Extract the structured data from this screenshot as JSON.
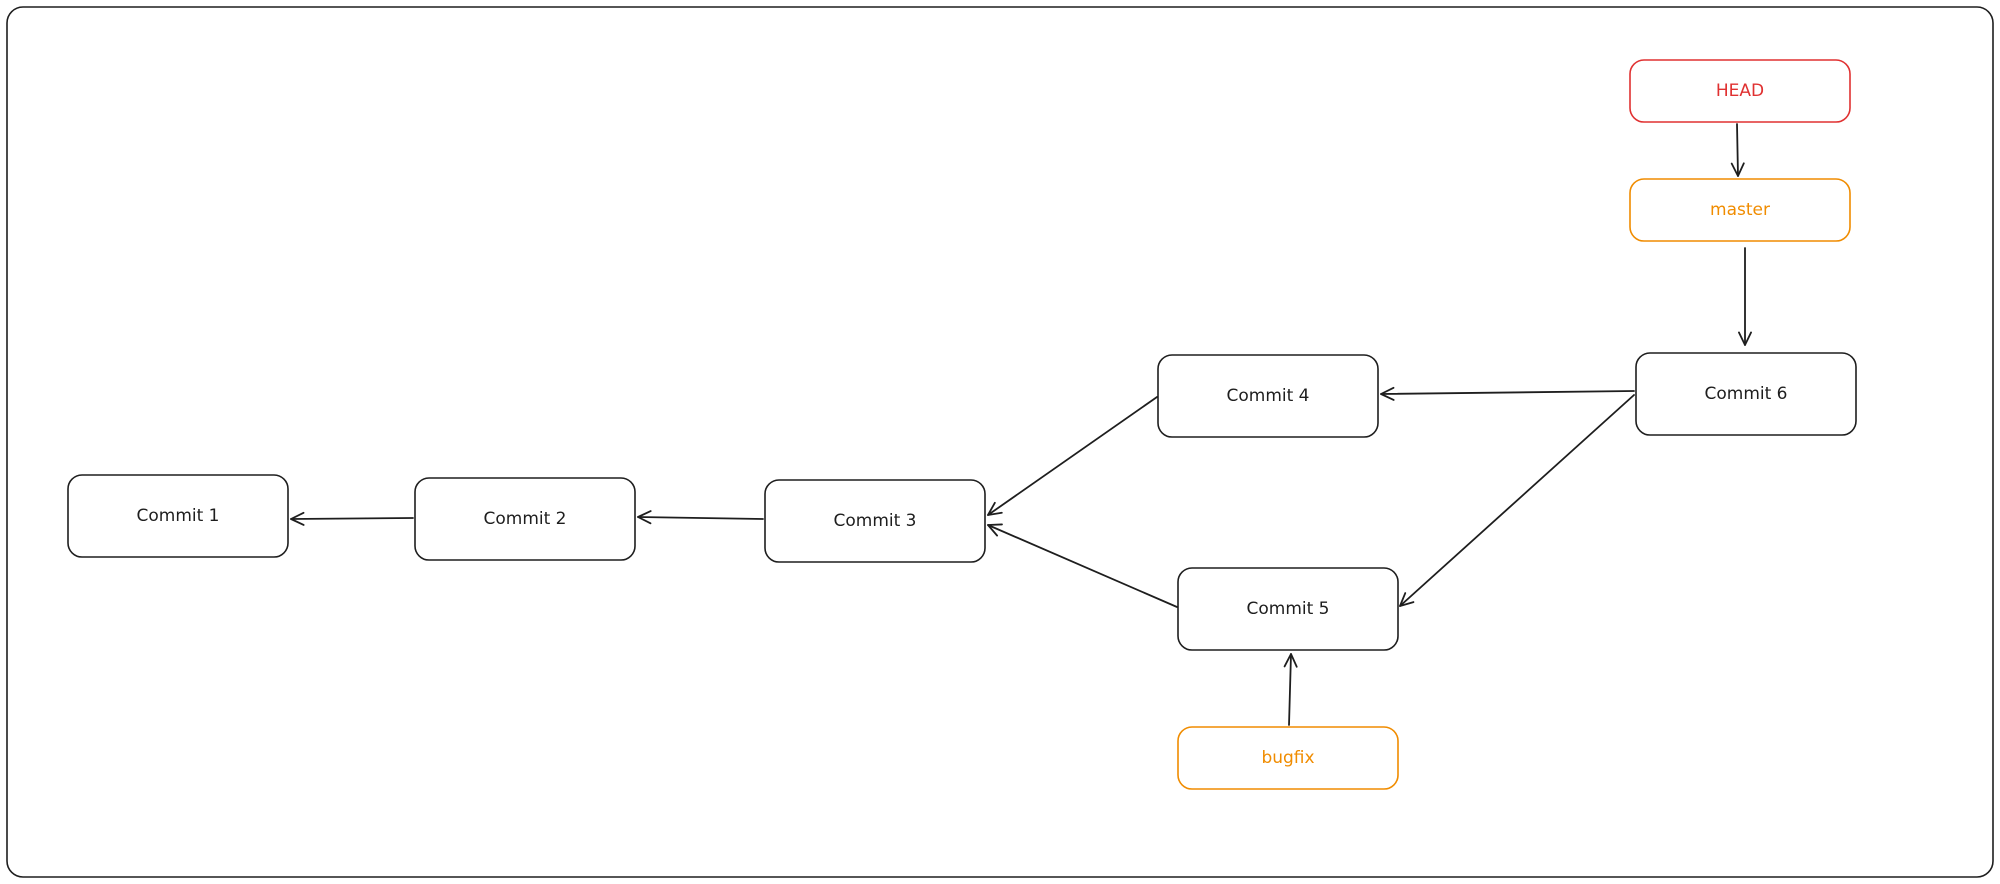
{
  "colors": {
    "commit_stroke": "#1e1e1e",
    "commit_text": "#1e1e1e",
    "head_color": "#e03131",
    "branch_color": "#f08c00",
    "frame_stroke": "#1e1e1e"
  },
  "nodes": [
    {
      "id": "commit1",
      "label": "Commit 1",
      "kind": "commit"
    },
    {
      "id": "commit2",
      "label": "Commit 2",
      "kind": "commit"
    },
    {
      "id": "commit3",
      "label": "Commit 3",
      "kind": "commit"
    },
    {
      "id": "commit4",
      "label": "Commit 4",
      "kind": "commit"
    },
    {
      "id": "commit5",
      "label": "Commit 5",
      "kind": "commit"
    },
    {
      "id": "commit6",
      "label": "Commit 6",
      "kind": "commit"
    },
    {
      "id": "head",
      "label": "HEAD",
      "kind": "head"
    },
    {
      "id": "master",
      "label": "master",
      "kind": "branch"
    },
    {
      "id": "bugfix",
      "label": "bugfix",
      "kind": "branch"
    }
  ],
  "edges": [
    {
      "from": "commit2",
      "to": "commit1"
    },
    {
      "from": "commit3",
      "to": "commit2"
    },
    {
      "from": "commit4",
      "to": "commit3"
    },
    {
      "from": "commit5",
      "to": "commit3"
    },
    {
      "from": "commit6",
      "to": "commit4"
    },
    {
      "from": "commit6",
      "to": "commit5"
    },
    {
      "from": "head",
      "to": "master"
    },
    {
      "from": "master",
      "to": "commit6"
    },
    {
      "from": "bugfix",
      "to": "commit5"
    }
  ]
}
